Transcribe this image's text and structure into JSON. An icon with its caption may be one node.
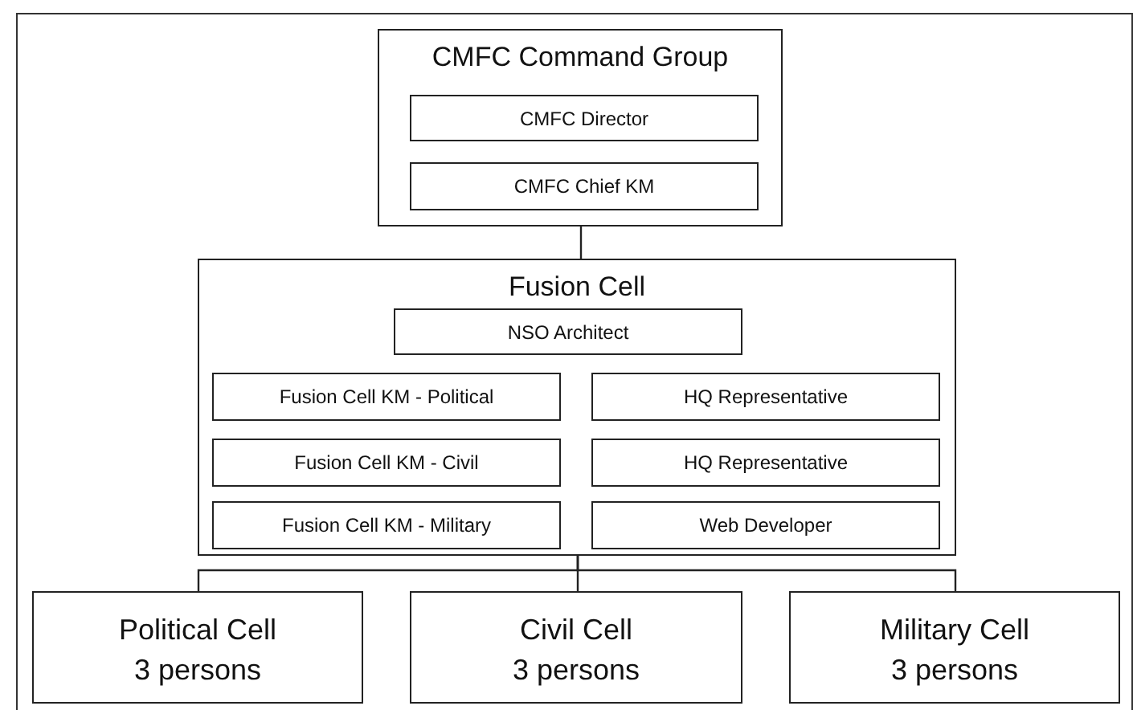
{
  "diagram": {
    "nodes": [
      {
        "text": [
          "CMFC Command Group"
        ]
      },
      {
        "text": [
          "CMFC Director"
        ],
        "in": 0
      },
      {
        "text": [
          "CMFC Chief KM"
        ],
        "in": 0
      },
      {
        "text": [
          "Fusion Cell"
        ]
      },
      {
        "text": [
          "NSO Architect"
        ],
        "in": 3
      },
      {
        "text": [
          "Fusion Cell KM - Political"
        ],
        "in": 3
      },
      {
        "text": [
          "HQ Representative"
        ],
        "in": 3
      },
      {
        "text": [
          "Fusion Cell KM - Civil"
        ],
        "in": 3
      },
      {
        "text": [
          "HQ Representative"
        ],
        "in": 3
      },
      {
        "text": [
          "Fusion Cell KM - Military"
        ],
        "in": 3
      },
      {
        "text": [
          "Web Developer"
        ],
        "in": 3
      },
      {
        "text": [
          "Political Cell",
          "3 persons"
        ]
      },
      {
        "text": [
          "Civil Cell",
          "3 persons"
        ]
      },
      {
        "text": [
          "Military Cell",
          "3 persons"
        ]
      }
    ],
    "edges": [
      {
        "from": 0,
        "to": 3,
        "arrow": "none"
      },
      {
        "from": 3,
        "to": 11,
        "arrow": "none"
      },
      {
        "from": 3,
        "to": 12,
        "arrow": "none"
      },
      {
        "from": 3,
        "to": 13,
        "arrow": "none"
      }
    ]
  }
}
